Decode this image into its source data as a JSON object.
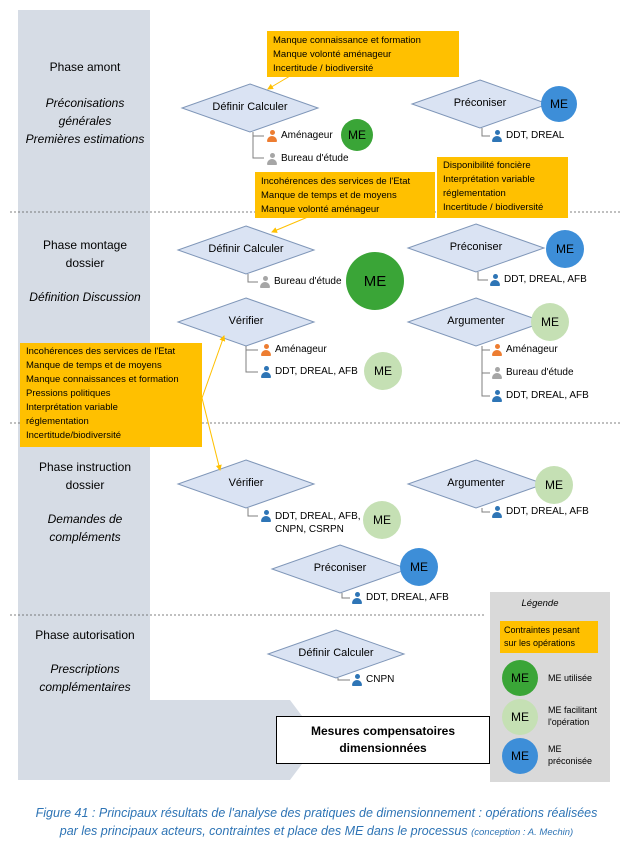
{
  "phases": [
    {
      "title_lines": [
        "Phase amont"
      ],
      "subtitle_lines": [
        "Préconisations",
        "générales",
        "Premières estimations"
      ]
    },
    {
      "title_lines": [
        "Phase montage",
        "dossier"
      ],
      "subtitle_lines": [
        "Définition Discussion"
      ]
    },
    {
      "title_lines": [
        "Phase instruction",
        "dossier"
      ],
      "subtitle_lines": [
        "Demandes de",
        "compléments"
      ]
    },
    {
      "title_lines": [
        "Phase autorisation"
      ],
      "subtitle_lines": [
        "Prescriptions",
        "complémentaires"
      ]
    }
  ],
  "constraints": {
    "c1": [
      "Manque connaissance et formation",
      "Manque volonté aménageur",
      "Incertitude / biodiversité"
    ],
    "c2": [
      "Incohérences des services de l'Etat",
      "Manque de temps et de moyens",
      "Manque volonté aménageur"
    ],
    "c3": [
      "Disponibilité foncière",
      "Interprétation variable",
      "réglementation",
      "Incertitude / biodiversité"
    ],
    "c4": [
      "Incohérences des services de l'Etat",
      "Manque de temps et de moyens",
      "Manque connaissances et formation",
      "Pressions politiques",
      "Interprétation variable",
      "réglementation",
      "Incertitude/biodiversité"
    ]
  },
  "operations": {
    "a_definir": "Définir Calculer",
    "a_preconiser": "Préconiser",
    "m_definir": "Définir Calculer",
    "m_preconiser": "Préconiser",
    "m_verifier": "Vérifier",
    "m_argumenter": "Argumenter",
    "i_verifier": "Vérifier",
    "i_argumenter": "Argumenter",
    "i_preconiser": "Préconiser",
    "p_definir": "Définir Calculer"
  },
  "actors": {
    "amenageur": "Aménageur",
    "bureau": "Bureau d'étude",
    "ddt_dreal": "DDT, DREAL",
    "ddt_dreal_afb": "DDT, DREAL, AFB",
    "ddt_dreal_afb_comma": "DDT, DREAL, AFB,",
    "cnpn_csrpn": "CNPN, CSRPN",
    "cnpn": "CNPN"
  },
  "me_label": "ME",
  "result_lines": [
    "Mesures compensatoires",
    "dimensionnées"
  ],
  "legend": {
    "title": "Légende",
    "constraint_lines": [
      "Contraintes pesant",
      "sur les opérations"
    ],
    "used": [
      "ME utilisée"
    ],
    "facilitating": [
      "ME facilitant",
      "l'opération"
    ],
    "recommended": [
      "ME",
      "préconisée"
    ]
  },
  "colors": {
    "sidebar": "#d6dce5",
    "diamond_fill": "#dae3f3",
    "diamond_stroke": "#7f96b8",
    "constraint": "#ffc000",
    "me_used": "#3aa537",
    "me_facilitating": "#c5e0b4",
    "me_recommended": "#3d8ed8",
    "person_orange": "#ed7d31",
    "person_grey": "#a6a6a6",
    "person_blue": "#2e75b6",
    "caption": "#2e74b5"
  },
  "caption": {
    "prefix": "Figure 41",
    "line1_rest": " : Principaux résultats de l'analyse des pratiques de dimensionnement : opérations réalisées",
    "line2": "par les principaux acteurs, contraintes et place des ME dans le processus ",
    "credit": "(conception : A. Mechin)"
  }
}
